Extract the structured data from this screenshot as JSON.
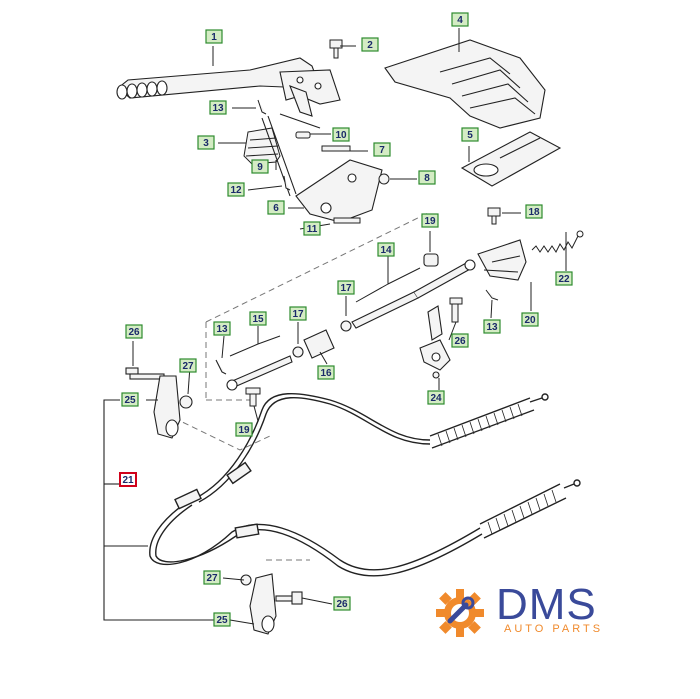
{
  "diagram": {
    "callouts": [
      {
        "id": "c1",
        "label": "1"
      },
      {
        "id": "c2",
        "label": "2"
      },
      {
        "id": "c3",
        "label": "3"
      },
      {
        "id": "c4",
        "label": "4"
      },
      {
        "id": "c5",
        "label": "5"
      },
      {
        "id": "c6",
        "label": "6"
      },
      {
        "id": "c7",
        "label": "7"
      },
      {
        "id": "c8",
        "label": "8"
      },
      {
        "id": "c9",
        "label": "9"
      },
      {
        "id": "c10",
        "label": "10"
      },
      {
        "id": "c11",
        "label": "11"
      },
      {
        "id": "c12",
        "label": "12"
      },
      {
        "id": "c13a",
        "label": "13"
      },
      {
        "id": "c13b",
        "label": "13"
      },
      {
        "id": "c13c",
        "label": "13"
      },
      {
        "id": "c14",
        "label": "14"
      },
      {
        "id": "c15",
        "label": "15"
      },
      {
        "id": "c16",
        "label": "16"
      },
      {
        "id": "c17a",
        "label": "17"
      },
      {
        "id": "c17b",
        "label": "17"
      },
      {
        "id": "c18",
        "label": "18"
      },
      {
        "id": "c19a",
        "label": "19"
      },
      {
        "id": "c19b",
        "label": "19"
      },
      {
        "id": "c20",
        "label": "20"
      },
      {
        "id": "c21",
        "label": "21",
        "highlight": true
      },
      {
        "id": "c22",
        "label": "22"
      },
      {
        "id": "c24",
        "label": "24"
      },
      {
        "id": "c25a",
        "label": "25"
      },
      {
        "id": "c25b",
        "label": "25"
      },
      {
        "id": "c26a",
        "label": "26"
      },
      {
        "id": "c26b",
        "label": "26"
      },
      {
        "id": "c26c",
        "label": "26"
      },
      {
        "id": "c26d",
        "label": "26"
      },
      {
        "id": "c27a",
        "label": "27"
      },
      {
        "id": "c27b",
        "label": "27"
      }
    ]
  },
  "logo": {
    "main_text": "DMS",
    "sub_text": "AUTO PARTS",
    "colors": {
      "blue": "#3a4a9a",
      "orange": "#f08a2c"
    }
  },
  "colors": {
    "callout_fill": "#d4ecc4",
    "callout_border": "#2e8b2e",
    "callout_text": "#1a2a6a",
    "highlight_fill": "#ffffff",
    "highlight_border": "#d0021b",
    "line": "#222222",
    "part_fill": "#f4f4f4"
  }
}
